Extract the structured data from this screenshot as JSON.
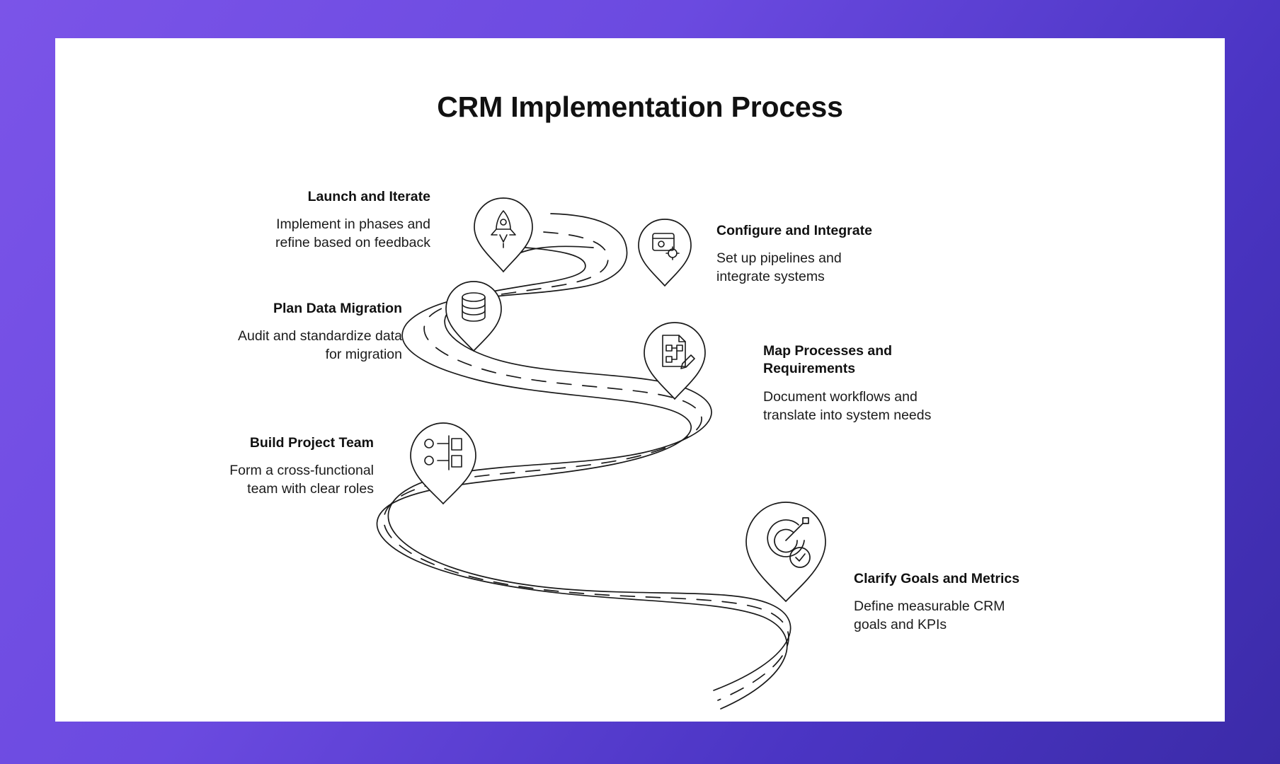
{
  "theme": {
    "background_gradient_from": "#7b54e8",
    "background_gradient_to": "#3b2ba8",
    "card_background": "#ffffff",
    "text_color": "#111111",
    "line_color": "#1a1a1a"
  },
  "header": {
    "title": "CRM Implementation Process"
  },
  "diagram": {
    "type": "winding-road-roadmap",
    "steps": [
      {
        "id": "launch-and-iterate",
        "title": "Launch and Iterate",
        "desc_line1": "Implement in phases and",
        "desc_line2": "refine based on feedback",
        "icon": "rocket-icon",
        "side": "left"
      },
      {
        "id": "configure-and-integrate",
        "title": "Configure and Integrate",
        "desc_line1": "Set up pipelines and",
        "desc_line2": "integrate systems",
        "icon": "settings-window-icon",
        "side": "right"
      },
      {
        "id": "plan-data-migration",
        "title": "Plan Data Migration",
        "desc_line1": "Audit and standardize data",
        "desc_line2": "for migration",
        "icon": "database-icon",
        "side": "left"
      },
      {
        "id": "map-processes-and-requirements",
        "title_line1": "Map Processes and",
        "title_line2": "Requirements",
        "title": "Map Processes and Requirements",
        "desc_line1": "Document workflows and",
        "desc_line2": "translate into system needs",
        "icon": "document-edit-icon",
        "side": "right"
      },
      {
        "id": "build-project-team",
        "title": "Build Project Team",
        "desc_line1": "Form a cross-functional",
        "desc_line2": "team with clear roles",
        "icon": "team-icon",
        "side": "left"
      },
      {
        "id": "clarify-goals-and-metrics",
        "title": "Clarify Goals and Metrics",
        "desc_line1": "Define measurable CRM",
        "desc_line2": "goals and KPIs",
        "icon": "target-check-icon",
        "side": "right"
      }
    ]
  }
}
